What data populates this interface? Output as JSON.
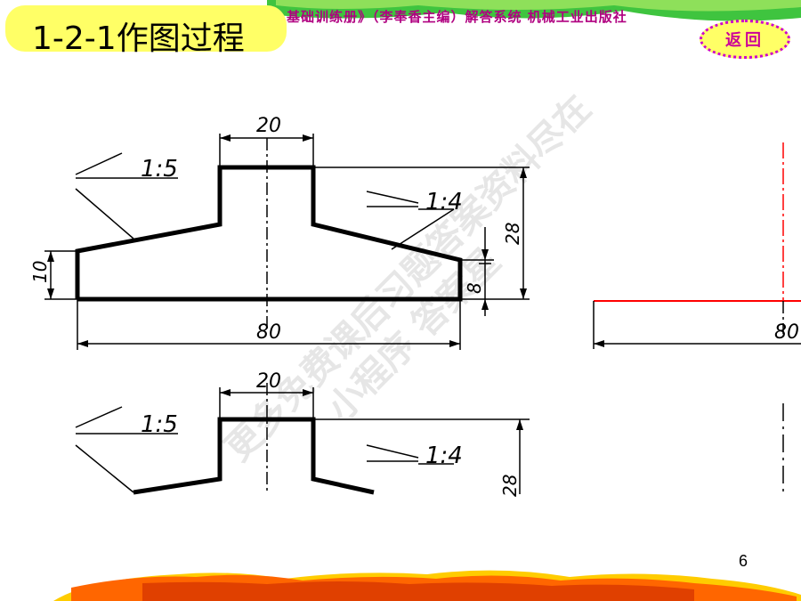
{
  "slide": {
    "title": "1-2-1作图过程",
    "banner": "基础训练册》（李奉香主编）解答系统   机械工业出版社",
    "back_label": "返回",
    "page_number": "6"
  },
  "drawing": {
    "top_view": {
      "width_top": "20",
      "slope_left": "1:5",
      "slope_right": "1:4",
      "height_total": "28",
      "height_left": "10",
      "height_right": "8",
      "length_bottom": "80"
    },
    "bottom_view": {
      "width_top": "20",
      "slope_left": "1:5",
      "slope_right": "1:4",
      "height_total": "28"
    },
    "right_view": {
      "length_bottom": "80"
    }
  },
  "watermark": {
    "line1": "更多免费课后习题答案资料尽在",
    "line2": "小程序 答案星"
  },
  "colors": {
    "title_bg": "#ffff66",
    "banner_text": "#b00080",
    "back_border": "#cc00cc",
    "center_line_red": "#ff0000",
    "footer_flame": "#ff6600"
  }
}
